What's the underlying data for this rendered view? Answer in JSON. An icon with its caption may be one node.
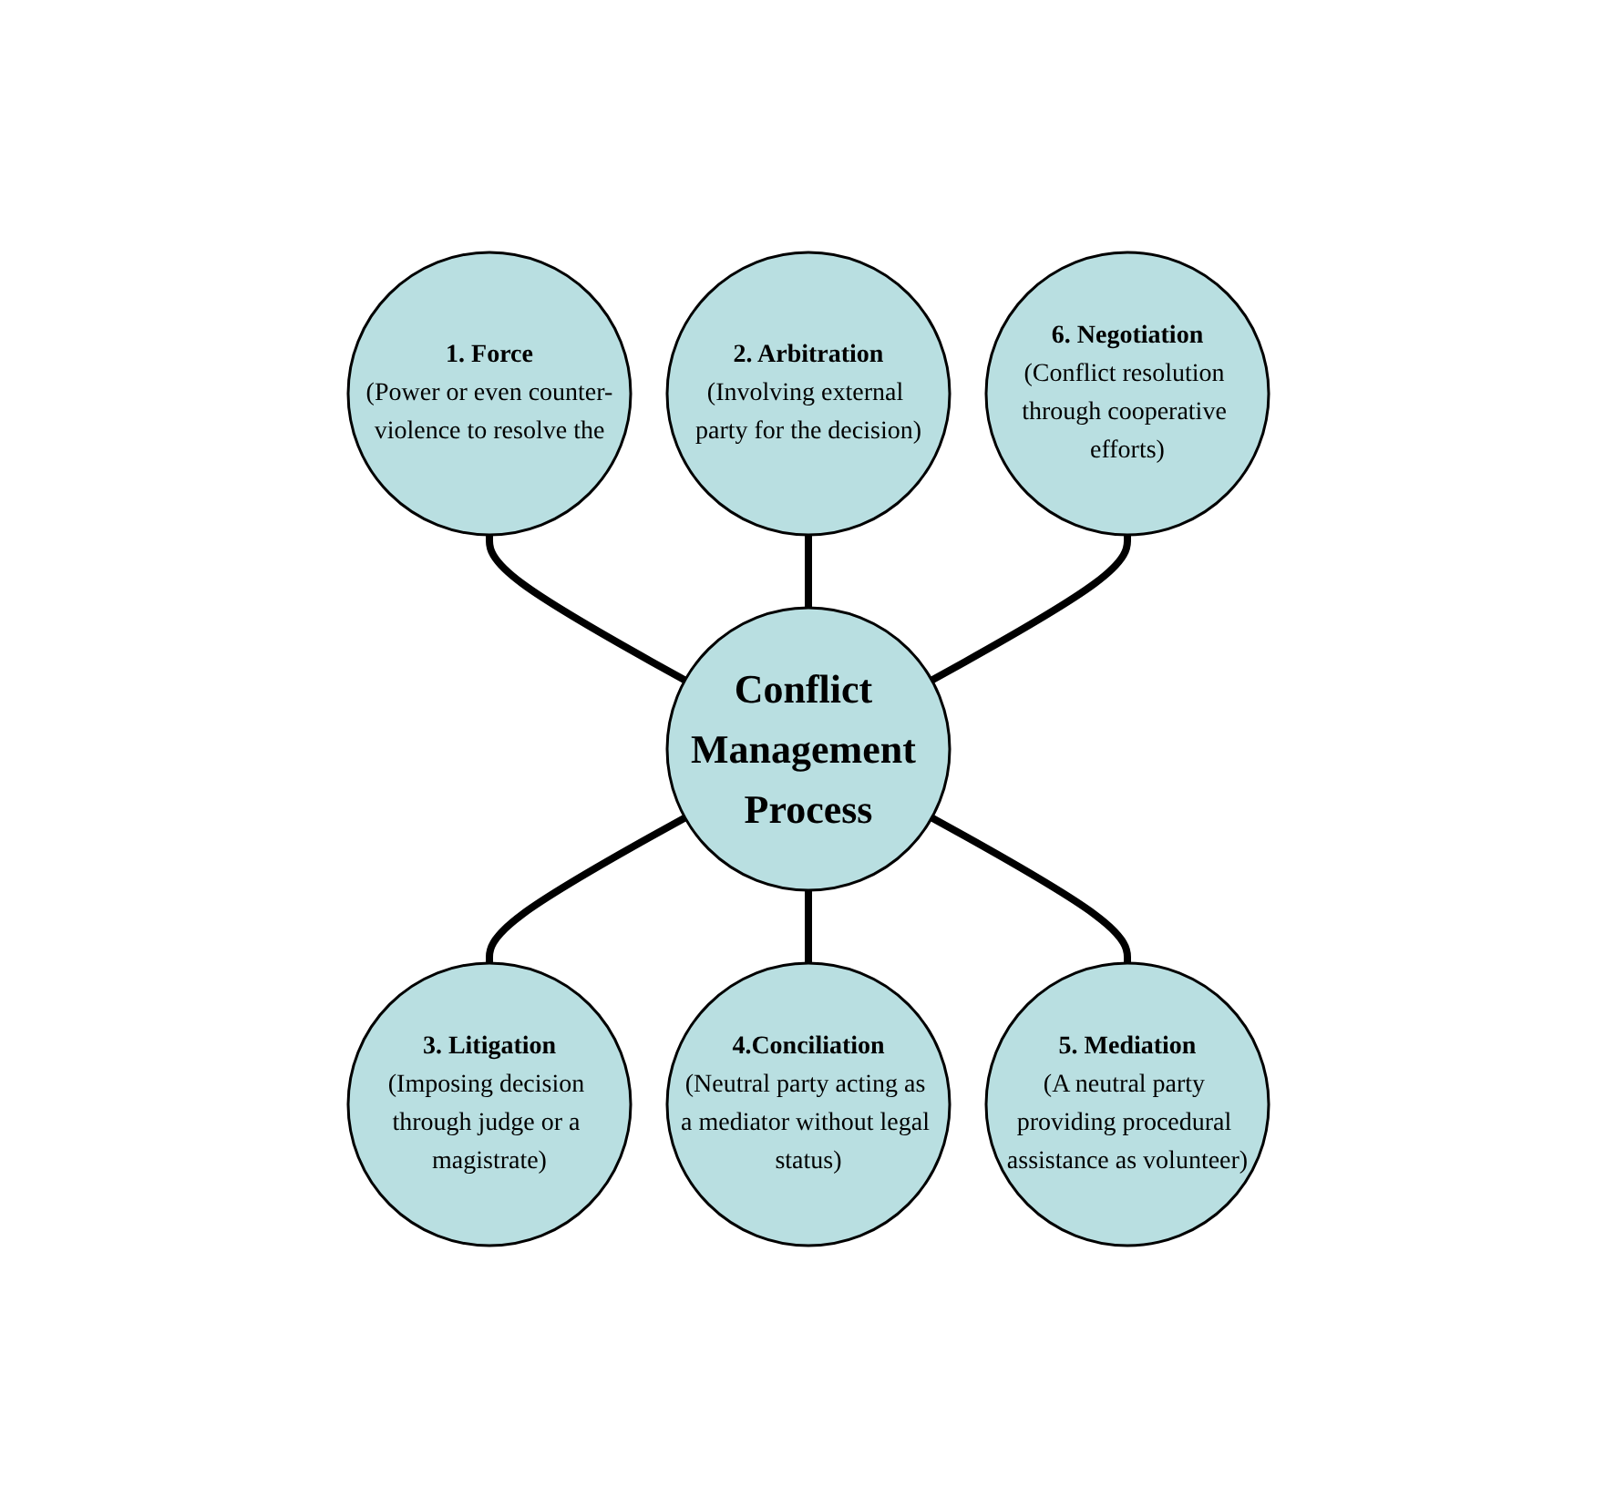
{
  "diagram": {
    "nodes": [
      {
        "text": [
          "Conflict Management Process"
        ]
      },
      {
        "text": [
          "1. Force",
          "(Power or even counter-violence to resolve the"
        ]
      },
      {
        "text": [
          "2. Arbitration",
          "(Involving external party for the decision)"
        ]
      },
      {
        "text": [
          "3. Litigation",
          "(Imposing decision through judge or a magistrate)"
        ]
      },
      {
        "text": [
          "4.Conciliation",
          "(Neutral party acting as a mediator without legal status)"
        ]
      },
      {
        "text": [
          "5. Mediation",
          "(A neutral party providing procedural assistance as volunteer)"
        ]
      },
      {
        "text": [
          "6. Negotiation",
          "(Conflict resolution through cooperative efforts)"
        ]
      }
    ],
    "edges": [
      {
        "from": 0,
        "to": 1,
        "arrow": "none"
      },
      {
        "from": 0,
        "to": 2,
        "arrow": "none"
      },
      {
        "from": 0,
        "to": 3,
        "arrow": "none"
      },
      {
        "from": 0,
        "to": 4,
        "arrow": "none"
      },
      {
        "from": 0,
        "to": 5,
        "arrow": "none"
      },
      {
        "from": 0,
        "to": 6,
        "arrow": "none"
      }
    ]
  }
}
